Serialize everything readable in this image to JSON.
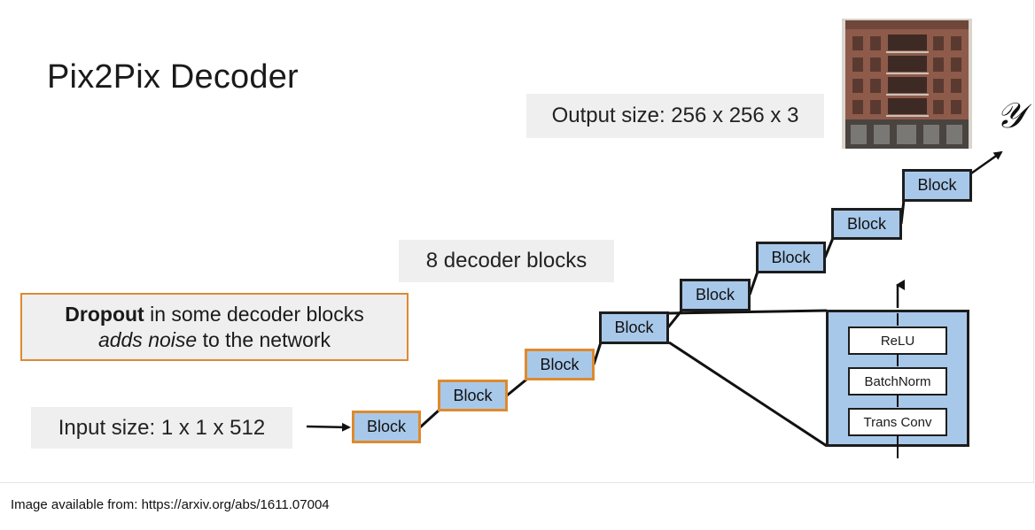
{
  "title": "Pix2Pix Decoder",
  "output_size": "Output size: 256 x 256 x 3",
  "output_symbol": "𝒴",
  "decoder_count": "8 decoder blocks",
  "input_size": "Input size: 1 x 1 x 512",
  "dropout_note": {
    "bold": "Dropout",
    "line1_rest": " in some decoder blocks",
    "italic": "adds noise",
    "line2_rest": " to the network"
  },
  "blocks": [
    {
      "label": "Block",
      "dropout": true
    },
    {
      "label": "Block",
      "dropout": true
    },
    {
      "label": "Block",
      "dropout": true
    },
    {
      "label": "Block",
      "dropout": false
    },
    {
      "label": "Block",
      "dropout": false
    },
    {
      "label": "Block",
      "dropout": false
    },
    {
      "label": "Block",
      "dropout": false
    },
    {
      "label": "Block",
      "dropout": false
    }
  ],
  "block_detail": {
    "layers": [
      "ReLU",
      "BatchNorm",
      "Trans Conv"
    ]
  },
  "credit": "Image available from: https://arxiv.org/abs/1611.07004",
  "colors": {
    "block_fill": "#a8c8ea",
    "dropout_border": "#de8a2c",
    "block_border": "#1d1d1d",
    "gray_box": "#efefef"
  }
}
